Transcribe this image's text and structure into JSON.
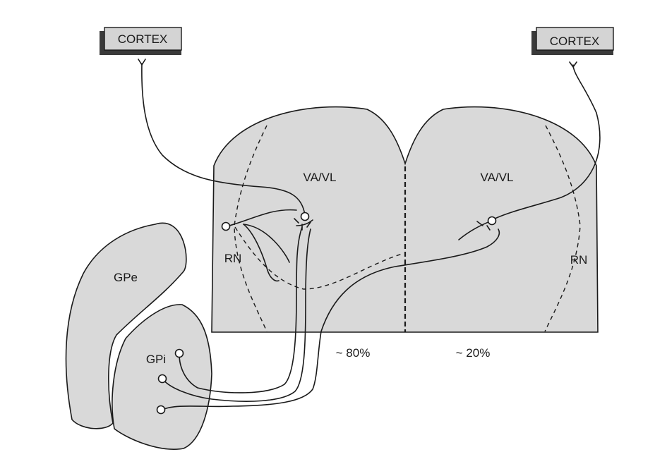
{
  "labels": {
    "cortex_left": "CORTEX",
    "cortex_right": "CORTEX",
    "thalamus_left": "VA/VL",
    "thalamus_right": "VA/VL",
    "rn_left": "RN",
    "rn_right": "RN",
    "gpe": "GPe",
    "gpi": "GPi",
    "pct_ipsilateral": "~ 80%",
    "pct_contralateral": "~ 20%"
  },
  "colors": {
    "region_fill": "#d9d9d9",
    "outline": "#1a1a1a",
    "cortex_box_fill": "#d4d4d4",
    "cortex_box_shadow": "#3a3a3a"
  }
}
